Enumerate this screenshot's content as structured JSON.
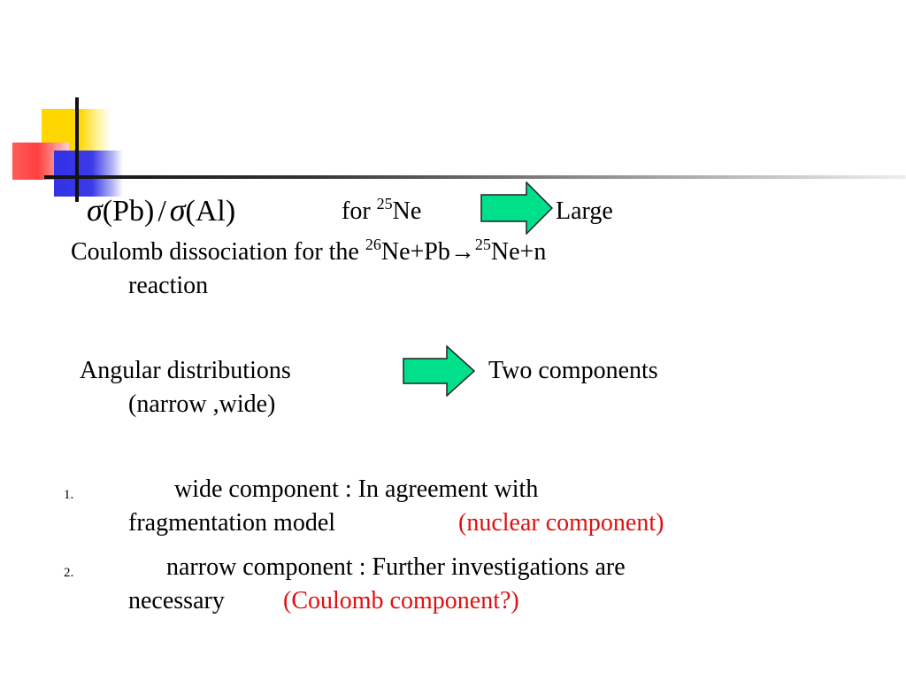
{
  "line1": {
    "sigma1": "σ",
    "pb": "(Pb)",
    "slash": "/",
    "sigma2": "σ",
    "al": "(Al)",
    "for_text": "for ",
    "mass": "25",
    "ne": "Ne",
    "result": "Large"
  },
  "line2": {
    "text": "Coulomb dissociation for the ",
    "mass1": "26",
    "reaction_mid": "Ne+Pb→",
    "mass2": "25",
    "reaction_end": "Ne+n",
    "continuation": "reaction"
  },
  "line3": {
    "text": "Angular distributions",
    "result": "Two components",
    "continuation": "(narrow ,wide)"
  },
  "list": [
    {
      "number": "1.",
      "text": "wide component : In agreement with",
      "continuation": "fragmentation model",
      "note": "(nuclear component)"
    },
    {
      "number": "2.",
      "text": "narrow component : Further investigations are",
      "continuation": "necessary",
      "note": "(Coulomb component?)"
    }
  ],
  "colors": {
    "arrow_fill": "#00E08A",
    "note_red": "#E01010"
  }
}
